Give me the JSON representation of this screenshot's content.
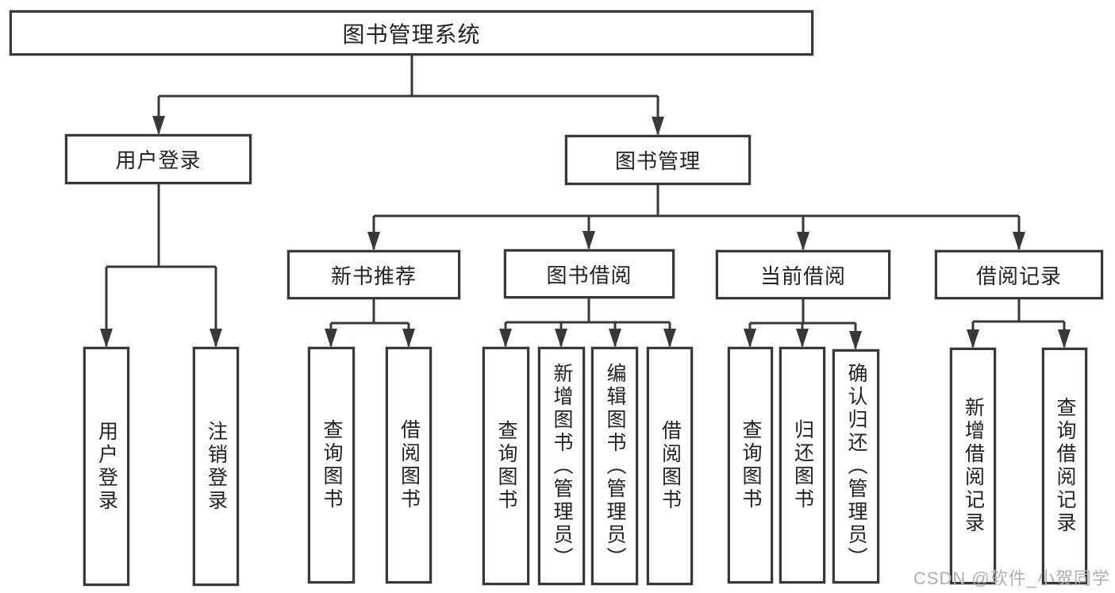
{
  "diagram": {
    "root": "图书管理系统",
    "level2": {
      "user_login": "用户登录",
      "book_mgmt": "图书管理"
    },
    "level3": {
      "new_book_rec": "新书推荐",
      "book_borrow": "图书借阅",
      "current_borrow": "当前借阅",
      "borrow_record": "借阅记录"
    },
    "leaves": {
      "user_login": [
        "用户登录",
        "注销登录"
      ],
      "new_book_rec": [
        "查询图书",
        "借阅图书"
      ],
      "book_borrow": [
        "查询图书",
        "新增图书（管理员）",
        "编辑图书（管理员）",
        "借阅图书"
      ],
      "current_borrow": [
        "查询图书",
        "归还图书",
        "确认归还（管理员）"
      ],
      "borrow_record": [
        "新增借阅记录",
        "查询借阅记录"
      ]
    }
  },
  "watermark": "CSDN @软件_小贺同学",
  "colors": {
    "line": "#383838",
    "text": "#222222",
    "background": "#ffffff",
    "watermark": "#b0b0b0"
  }
}
